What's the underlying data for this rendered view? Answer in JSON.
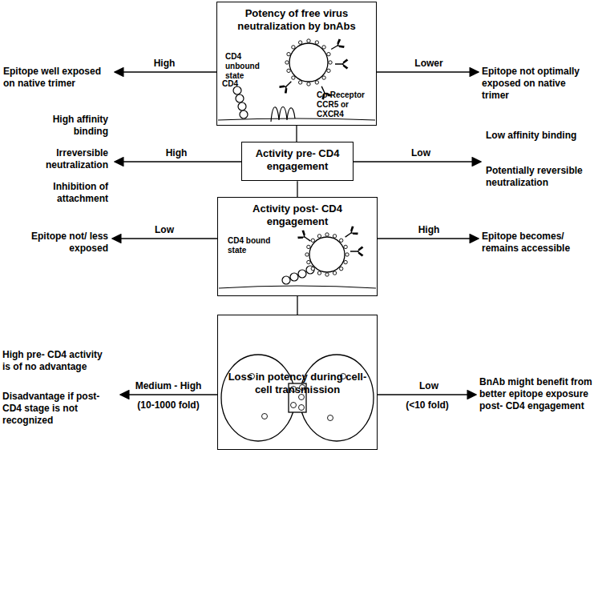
{
  "diagram": {
    "nodes": [
      {
        "text": [
          "Potency of free virus neutralization by bnAbs",
          "CD4 unbound state",
          "CD4",
          "Co-Receptor CCR5 or CXCR4"
        ]
      },
      {
        "text": [
          "Activity pre- CD4 engagement"
        ]
      },
      {
        "text": [
          "Activity post- CD4 engagement",
          "CD4 bound state"
        ]
      },
      {
        "text": [
          "Loss in potency during cell-cell transmission"
        ]
      }
    ],
    "edges": [
      {
        "from": 0,
        "to": 1,
        "arrow": "none"
      },
      {
        "from": 1,
        "to": 2,
        "arrow": "none"
      },
      {
        "from": 2,
        "to": 3,
        "arrow": "none"
      }
    ],
    "labels": [
      "High",
      "Epitope well exposed on native trimer",
      "Lower",
      "Epitope not optimally exposed on native trimer",
      "High",
      "High affinity binding",
      "Irreversible neutralization",
      "Inhibition of attachment",
      "Low",
      "Low affinity binding",
      "Potentially reversible neutralization",
      "Low",
      "Epitope not/ less exposed",
      "High",
      "Epitope becomes/ remains accessible",
      "Medium - High",
      "(10-1000 fold)",
      "High pre- CD4 activity is of no advantage",
      "Disadvantage if post- CD4 stage is not recognized",
      "Low",
      "(<10 fold)",
      "BnAb might benefit from better epitope exposure post- CD4 engagement"
    ]
  }
}
